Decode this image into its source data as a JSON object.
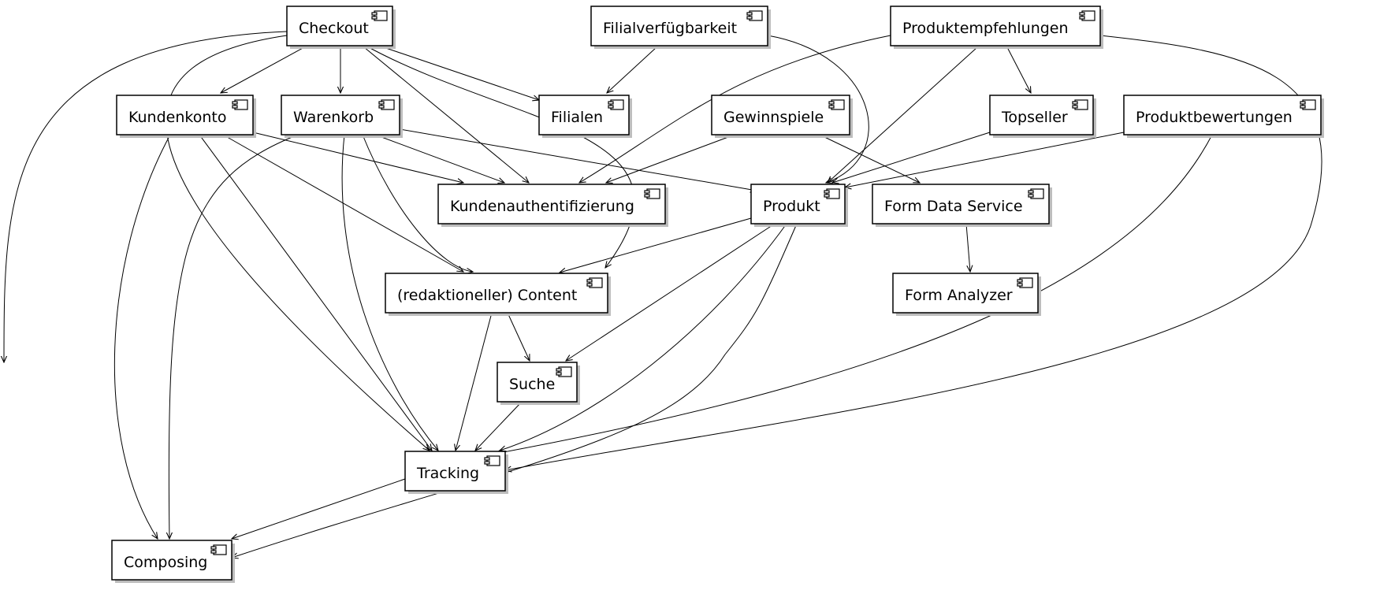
{
  "diagram": {
    "type": "component-dependency-graph",
    "colors": {
      "box_fill": "#ffffff",
      "box_stroke": "#000000",
      "shadow": "#bdbdbd",
      "edge": "#000000"
    },
    "nodes": [
      {
        "id": "checkout",
        "label": "Checkout"
      },
      {
        "id": "filialverfuegbarkeit",
        "label": "Filialverfügbarkeit"
      },
      {
        "id": "produktempfehlungen",
        "label": "Produktempfehlungen"
      },
      {
        "id": "kundenkonto",
        "label": "Kundenkonto"
      },
      {
        "id": "warenkorb",
        "label": "Warenkorb"
      },
      {
        "id": "filialen",
        "label": "Filialen"
      },
      {
        "id": "gewinnspiele",
        "label": "Gewinnspiele"
      },
      {
        "id": "topseller",
        "label": "Topseller"
      },
      {
        "id": "produktbewertungen",
        "label": "Produktbewertungen"
      },
      {
        "id": "kundenauthentifizierung",
        "label": "Kundenauthentifizierung"
      },
      {
        "id": "produkt",
        "label": "Produkt"
      },
      {
        "id": "form-data-service",
        "label": "Form Data Service"
      },
      {
        "id": "content",
        "label": "(redaktioneller) Content"
      },
      {
        "id": "form-analyzer",
        "label": "Form Analyzer"
      },
      {
        "id": "suche",
        "label": "Suche"
      },
      {
        "id": "tracking",
        "label": "Tracking"
      },
      {
        "id": "composing",
        "label": "Composing"
      }
    ],
    "edges": [
      {
        "from": "checkout",
        "to": "kundenkonto"
      },
      {
        "from": "checkout",
        "to": "warenkorb"
      },
      {
        "from": "checkout",
        "to": "filialen"
      },
      {
        "from": "checkout",
        "to": "kundenauthentifizierung"
      },
      {
        "from": "checkout",
        "to": "content"
      },
      {
        "from": "checkout",
        "to": "tracking"
      },
      {
        "from": "checkout",
        "to": "composing"
      },
      {
        "from": "filialverfuegbarkeit",
        "to": "filialen"
      },
      {
        "from": "filialverfuegbarkeit",
        "to": "produkt"
      },
      {
        "from": "produktempfehlungen",
        "to": "kundenauthentifizierung"
      },
      {
        "from": "produktempfehlungen",
        "to": "produkt"
      },
      {
        "from": "produktempfehlungen",
        "to": "topseller"
      },
      {
        "from": "produktempfehlungen",
        "to": "tracking"
      },
      {
        "from": "kundenkonto",
        "to": "kundenauthentifizierung"
      },
      {
        "from": "kundenkonto",
        "to": "content"
      },
      {
        "from": "kundenkonto",
        "to": "tracking"
      },
      {
        "from": "kundenkonto",
        "to": "composing"
      },
      {
        "from": "warenkorb",
        "to": "kundenauthentifizierung"
      },
      {
        "from": "warenkorb",
        "to": "produkt"
      },
      {
        "from": "warenkorb",
        "to": "content"
      },
      {
        "from": "warenkorb",
        "to": "tracking"
      },
      {
        "from": "warenkorb",
        "to": "composing"
      },
      {
        "from": "gewinnspiele",
        "to": "kundenauthentifizierung"
      },
      {
        "from": "gewinnspiele",
        "to": "form-data-service"
      },
      {
        "from": "topseller",
        "to": "produkt"
      },
      {
        "from": "produktbewertungen",
        "to": "produkt"
      },
      {
        "from": "produktbewertungen",
        "to": "tracking"
      },
      {
        "from": "produkt",
        "to": "content"
      },
      {
        "from": "produkt",
        "to": "suche"
      },
      {
        "from": "produkt",
        "to": "tracking"
      },
      {
        "from": "produkt",
        "to": "composing"
      },
      {
        "from": "form-data-service",
        "to": "form-analyzer"
      },
      {
        "from": "content",
        "to": "suche"
      },
      {
        "from": "content",
        "to": "tracking"
      },
      {
        "from": "suche",
        "to": "tracking"
      },
      {
        "from": "tracking",
        "to": "composing"
      }
    ]
  }
}
